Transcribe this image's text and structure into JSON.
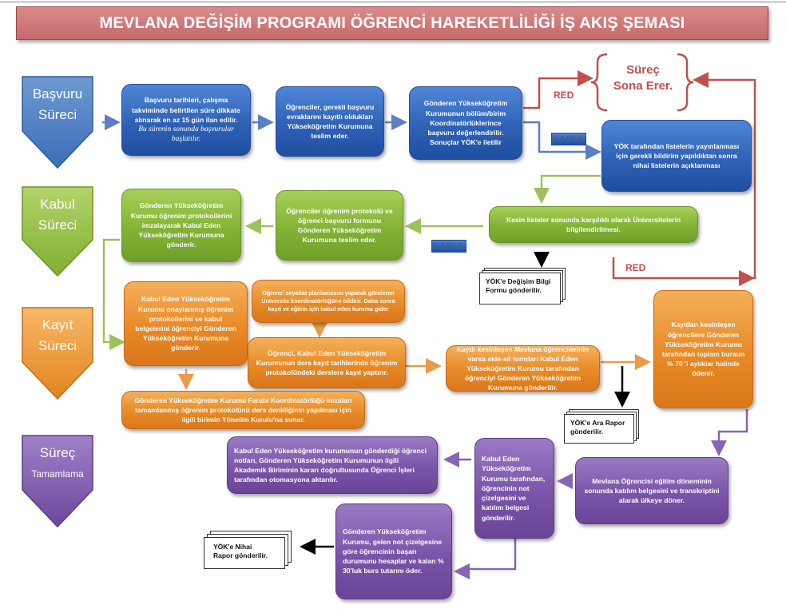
{
  "title": "MEVLANA DEĞİŞİM PROGRAMI ÖĞRENCİ HAREKETLİLİĞİ İŞ AKIŞ ŞEMASI",
  "colors": {
    "blue": "#2f62b6",
    "green": "#83b335",
    "orange": "#e88a26",
    "purple": "#7a54a8",
    "red": "#c0504d",
    "stage_blue": "#4f81bd"
  },
  "stages": [
    {
      "line1": "Başvuru",
      "line2": "Süreci"
    },
    {
      "line1": "Kabul",
      "line2": "Süreci"
    },
    {
      "line1": "Kayıt",
      "line2": "Süreci"
    },
    {
      "line1": "Süreç",
      "line2": "Tamamlama"
    }
  ],
  "end": {
    "line1": "Süreç",
    "line2": "Sona Erer."
  },
  "labels": {
    "red1": "RED",
    "kabul1": "KABUL",
    "kabul2": "KABUL",
    "red2": "RED"
  },
  "boxes": {
    "b1": {
      "text": "Başvuru tarihleri, çalışma takviminde belirtilen süre dikkate alınarak en az 15 gün ilan edilir.",
      "italic": "Bu sürenin sonunda başvurular başlatılır."
    },
    "b2": "Öğrenciler, gerekli başvuru evraklarını kayıtlı oldukları Yükseköğretim Kurumuna teslim eder.",
    "b3": {
      "text": "Gönderen Yükseköğretim Kurumunun bölüm/birim Koordinatörlüklerince başvuru değerlendirilir.",
      "text2": "Sonuçlar YÖK'e iletilir"
    },
    "b4": "YÖK tarafından listelerin yayınlanması için gerekli bildirim yapıldıktan sonra nihai listelerin açıklanması",
    "g1": "Kesin listeler sonunda karşılıklı olarak Üniversitelerin bilgilendirilmesi.",
    "g2": "Öğrenciler öğrenim protokolü ve öğrenci başvuru formunu Gönderen Yükseköğretim Kurumuna teslim eder.",
    "g3": "Gönderen Yükseköğretim Kurumu öğrenim protokollerini imzalayarak Kabul Eden Yükseköğretim Kurumuna gönderir.",
    "o1": "Kabul Eden Yükseköğretim Kurumu onaylanmış öğrenim protokollerini ve kabul belgelerini öğrenciyi Gönderen Yükseköğretim Kurumuna gönderir.",
    "o2": "Öğrenci seyahat planlamasını yaparak gönderen Üniversite koordinatörlüğüne bildirir. Daha sonra kayıt ve eğitim için kabul eden kuruma gider",
    "o3": "Öğrenci, Kabul Eden Yükseköğretim Kurumunun ders kayıt tarihlerinde öğrenim protokolündeki derslere kayıt yaptırır.",
    "o4": "Kaydı kesinleşen Mevlana öğrencilerinin varsa ekle-sil formları Kabul Eden Yükseköğretim Kurumu tarafından öğrenciyi Gönderen Yükseköğretim Kurumuna gönderilir.",
    "o5": "Kayıtları kesinleşen öğrencilere Gönderen Yükseköğretim Kurumu tarafından toplam bursun % 70 'i aylıklar halinde ödenir.",
    "o6": "Gönderen Yükseköğretim Kurumu Farabi Koordinatörlüğü imzaları tamamlanmış öğrenim protokolünü ders denkliğinin yapılması için ilgili birimin Yönetim Kurulu'na sunar.",
    "p1": "Mevlana Öğrencisi eğitim döneminin sonunda katılım belgesini ve transkriptini alarak ülkeye döner.",
    "p2": "Kabul Eden Yükseköğretim Kurumu tarafından, öğrencinin not çizelgesini ve katılım belgesi gönderilir.",
    "p3": "Kabul Eden Yükseköğretim kurumunun gönderdiği öğrenci notları, Gönderen Yükseköğretim Kurumunun ilgili Akademik Biriminin kararı doğrultusunda Öğrenci İşleri tarafından otomasyona aktarılır.",
    "p4": "Gönderen Yükseköğretim Kurumu, gelen not çizelgesine göre öğrencinin başarı durumunu hesaplar ve kalan % 30'luk burs tutarını öder."
  },
  "docs": {
    "d1": "YÖK'e Değişim Bilgi Formu gönderilir.",
    "d2": "YÖK'e Ara Rapor gönderilir.",
    "d3": "YÖK'e Nihai Rapor gönderilir."
  }
}
